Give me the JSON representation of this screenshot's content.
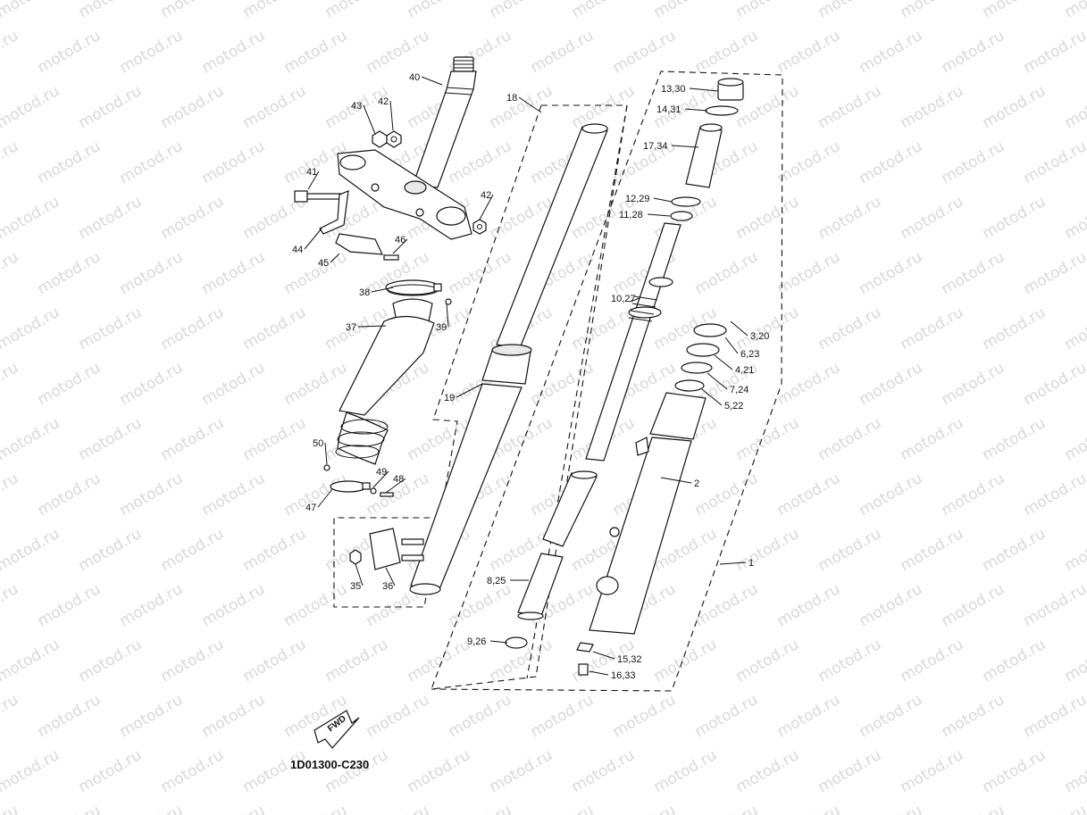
{
  "watermark": "motod.ru",
  "diagram_code": "1D01300-C230",
  "fwd_label": "FWD",
  "callouts": [
    {
      "id": "c40",
      "text": "40"
    },
    {
      "id": "c43",
      "text": "43"
    },
    {
      "id": "c42a",
      "text": "42"
    },
    {
      "id": "c41",
      "text": "41"
    },
    {
      "id": "c42b",
      "text": "42"
    },
    {
      "id": "c44",
      "text": "44"
    },
    {
      "id": "c46",
      "text": "46"
    },
    {
      "id": "c45",
      "text": "45"
    },
    {
      "id": "c38",
      "text": "38"
    },
    {
      "id": "c39",
      "text": "39"
    },
    {
      "id": "c37",
      "text": "37"
    },
    {
      "id": "c19",
      "text": "19"
    },
    {
      "id": "c50",
      "text": "50"
    },
    {
      "id": "c49",
      "text": "49"
    },
    {
      "id": "c48",
      "text": "48"
    },
    {
      "id": "c47",
      "text": "47"
    },
    {
      "id": "c35",
      "text": "35"
    },
    {
      "id": "c36",
      "text": "36"
    },
    {
      "id": "c18",
      "text": "18"
    },
    {
      "id": "c8",
      "text": "8,25"
    },
    {
      "id": "c9",
      "text": "9,26"
    },
    {
      "id": "c13",
      "text": "13,30"
    },
    {
      "id": "c14",
      "text": "14,31"
    },
    {
      "id": "c17",
      "text": "17,34"
    },
    {
      "id": "c12",
      "text": "12,29"
    },
    {
      "id": "c11",
      "text": "11,28"
    },
    {
      "id": "c10",
      "text": "10,27"
    },
    {
      "id": "c3",
      "text": "3,20"
    },
    {
      "id": "c6",
      "text": "6,23"
    },
    {
      "id": "c4",
      "text": "4,21"
    },
    {
      "id": "c7",
      "text": "7,24"
    },
    {
      "id": "c5",
      "text": "5,22"
    },
    {
      "id": "c2",
      "text": "2"
    },
    {
      "id": "c1",
      "text": "1"
    },
    {
      "id": "c15",
      "text": "15,32"
    },
    {
      "id": "c16",
      "text": "16,33"
    }
  ]
}
